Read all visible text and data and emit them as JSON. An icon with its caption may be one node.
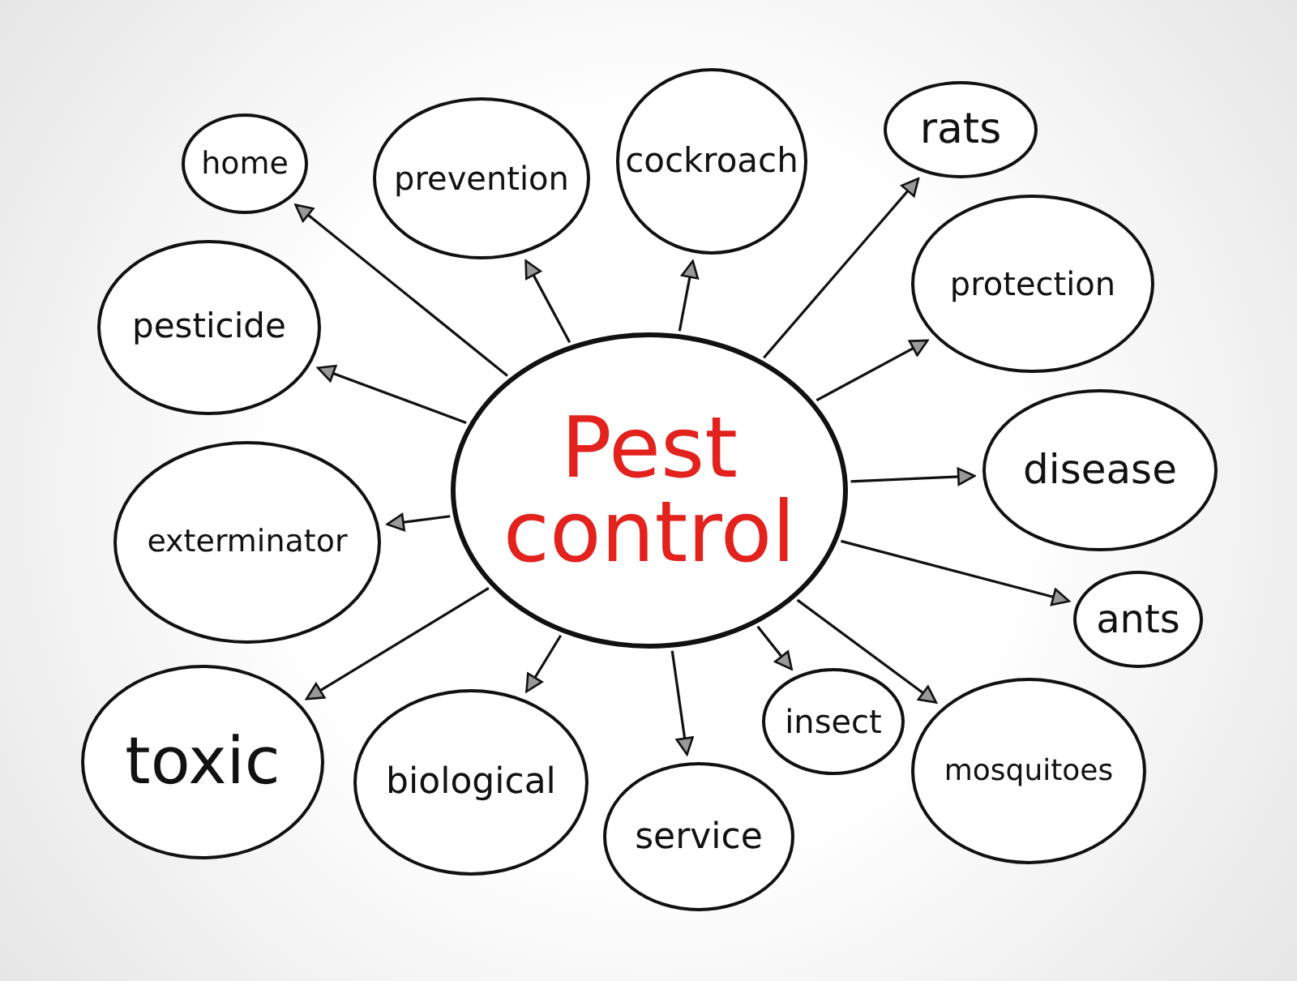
{
  "diagram": {
    "nodes": [
      {
        "text": [
          "Pest control"
        ]
      },
      {
        "text": [
          "home"
        ]
      },
      {
        "text": [
          "prevention"
        ]
      },
      {
        "text": [
          "cockroach"
        ]
      },
      {
        "text": [
          "rats"
        ]
      },
      {
        "text": [
          "pesticide"
        ]
      },
      {
        "text": [
          "protection"
        ]
      },
      {
        "text": [
          "disease"
        ]
      },
      {
        "text": [
          "exterminator"
        ]
      },
      {
        "text": [
          "ants"
        ]
      },
      {
        "text": [
          "toxic"
        ]
      },
      {
        "text": [
          "biological"
        ]
      },
      {
        "text": [
          "service"
        ]
      },
      {
        "text": [
          "insect"
        ]
      },
      {
        "text": [
          "mosquitoes"
        ]
      }
    ],
    "edges": [
      {
        "from": 0,
        "to": 1,
        "arrow": "to"
      },
      {
        "from": 0,
        "to": 2,
        "arrow": "to"
      },
      {
        "from": 0,
        "to": 3,
        "arrow": "to"
      },
      {
        "from": 0,
        "to": 4,
        "arrow": "to"
      },
      {
        "from": 0,
        "to": 5,
        "arrow": "to"
      },
      {
        "from": 0,
        "to": 6,
        "arrow": "to"
      },
      {
        "from": 0,
        "to": 7,
        "arrow": "to"
      },
      {
        "from": 0,
        "to": 8,
        "arrow": "to"
      },
      {
        "from": 0,
        "to": 9,
        "arrow": "to"
      },
      {
        "from": 0,
        "to": 10,
        "arrow": "to"
      },
      {
        "from": 0,
        "to": 11,
        "arrow": "to"
      },
      {
        "from": 0,
        "to": 12,
        "arrow": "to"
      },
      {
        "from": 0,
        "to": 13,
        "arrow": "to"
      },
      {
        "from": 0,
        "to": 14,
        "arrow": "to"
      }
    ]
  }
}
